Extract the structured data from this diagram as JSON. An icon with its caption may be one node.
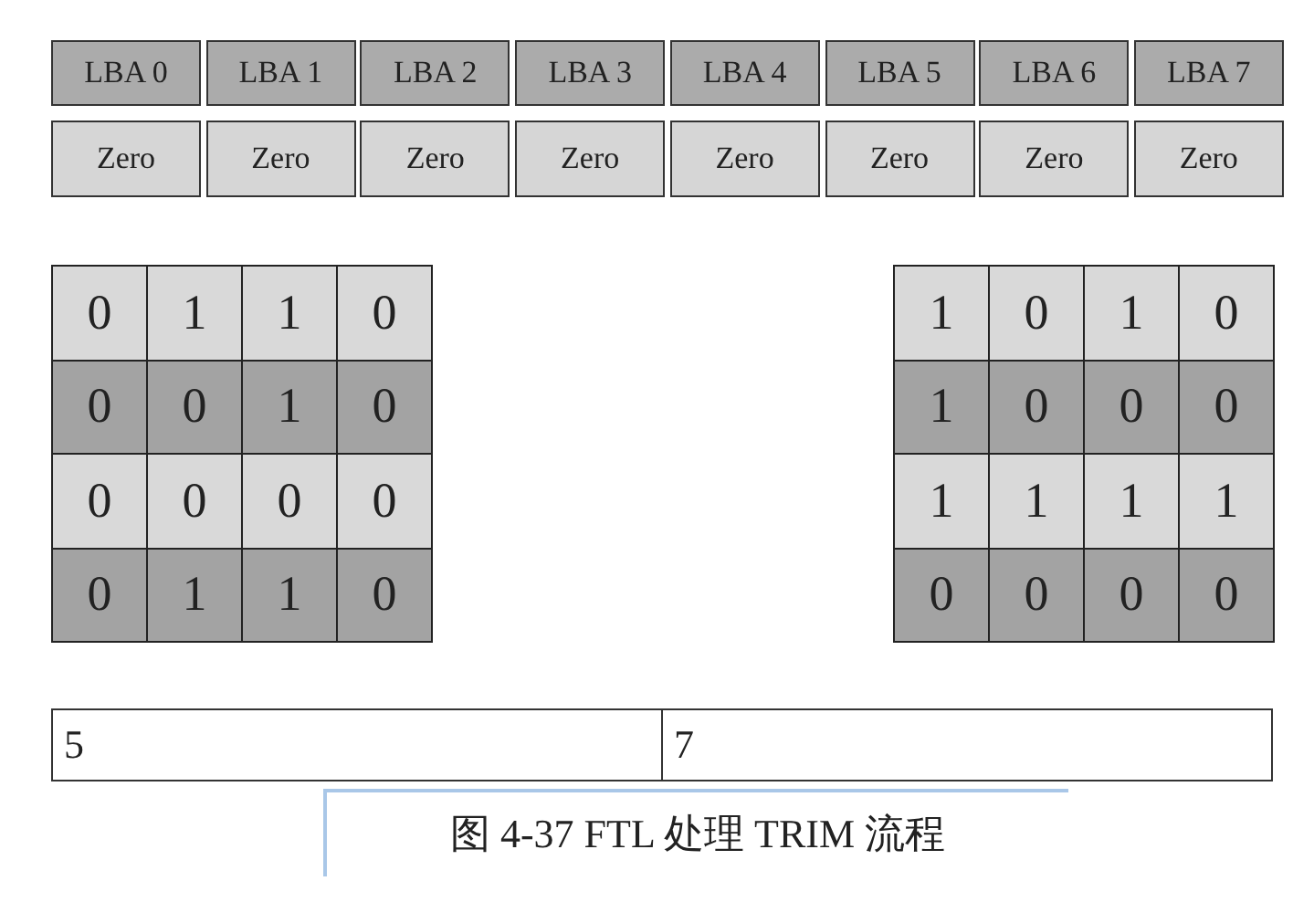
{
  "diagram": {
    "caption": "图 4-37 FTL 处理 TRIM 流程",
    "nodes": [
      {
        "text": [
          "LBA 0"
        ]
      },
      {
        "text": [
          "LBA 1"
        ]
      },
      {
        "text": [
          "LBA 2"
        ]
      },
      {
        "text": [
          "LBA 3"
        ]
      },
      {
        "text": [
          "LBA 4"
        ]
      },
      {
        "text": [
          "LBA 5"
        ]
      },
      {
        "text": [
          "LBA 6"
        ]
      },
      {
        "text": [
          "LBA 7"
        ]
      },
      {
        "text": [
          "Zero"
        ]
      },
      {
        "text": [
          "Zero"
        ]
      },
      {
        "text": [
          "Zero"
        ]
      },
      {
        "text": [
          "Zero"
        ]
      },
      {
        "text": [
          "Zero"
        ]
      },
      {
        "text": [
          "Zero"
        ]
      },
      {
        "text": [
          "Zero"
        ]
      },
      {
        "text": [
          "Zero"
        ]
      },
      {
        "text": [
          "5"
        ]
      },
      {
        "text": [
          "7"
        ]
      }
    ],
    "labels": [
      "0",
      "1",
      "1",
      "0",
      "0",
      "0",
      "1",
      "0",
      "0",
      "0",
      "0",
      "0",
      "0",
      "1",
      "1",
      "0",
      "1",
      "0",
      "1",
      "0",
      "1",
      "0",
      "0",
      "0",
      "1",
      "1",
      "1",
      "1",
      "0",
      "0",
      "0",
      "0"
    ]
  }
}
